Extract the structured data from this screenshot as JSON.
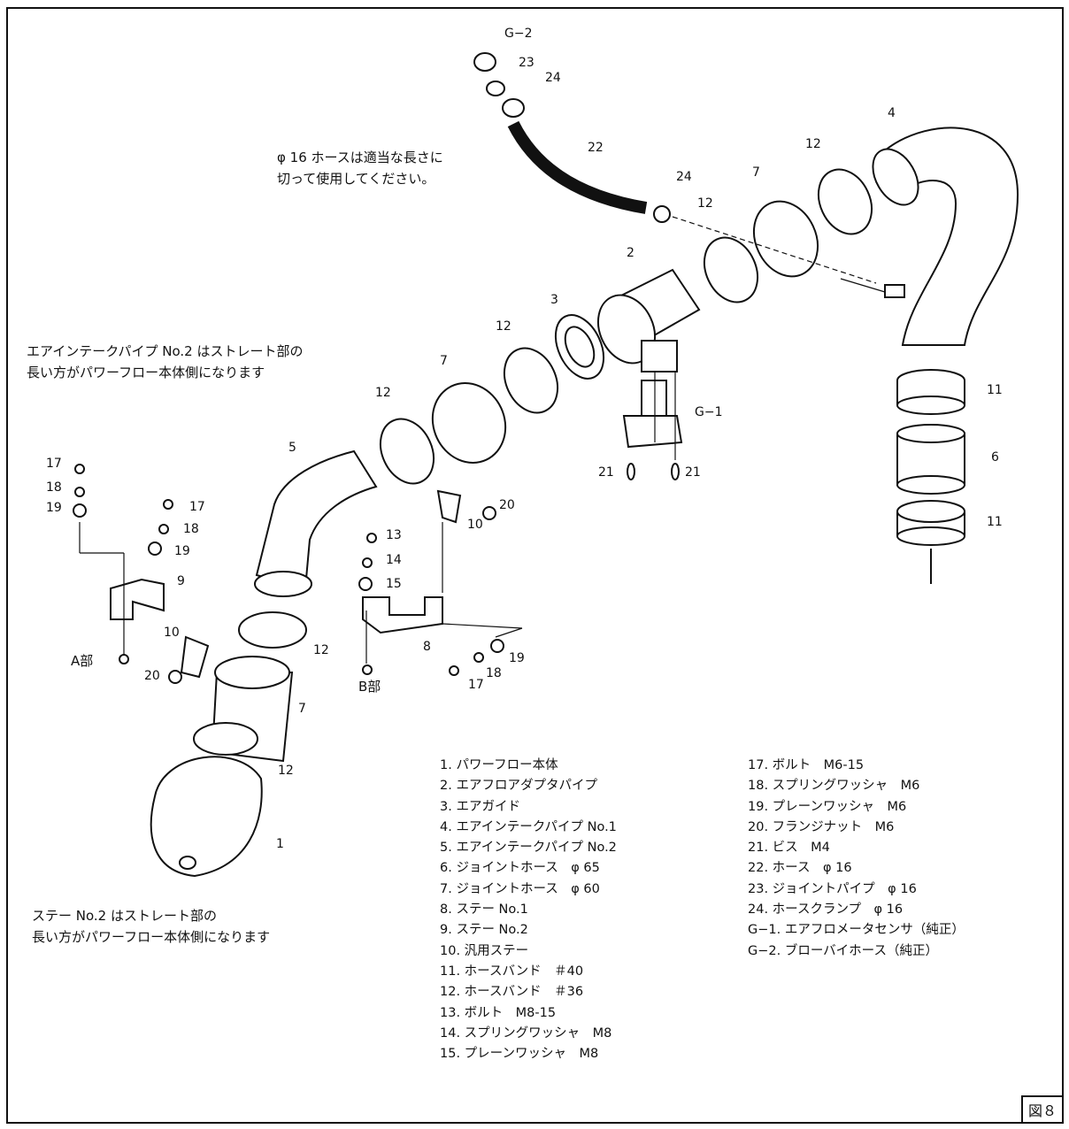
{
  "notes": {
    "hose_note": "φ 16 ホースは適当な長さに\n切って使用してください。",
    "pipe_no2_note": "エアインテークパイプ No.2 はストレート部の\n長い方がパワーフロー本体側になります",
    "stay_no2_note": "ステー No.2 はストレート部の\n長い方がパワーフロー本体側になります",
    "section_a": "A部",
    "section_b": "B部"
  },
  "figure_label": "図８",
  "callouts": {
    "c1": "1",
    "c2": "2",
    "c3": "3",
    "c4": "4",
    "c5": "5",
    "c6": "6",
    "c7a": "7",
    "c7b": "7",
    "c7c": "7",
    "c8": "8",
    "c9": "9",
    "c10a": "10",
    "c10b": "10",
    "c11a": "11",
    "c11b": "11",
    "c12a": "12",
    "c12b": "12",
    "c12c": "12",
    "c12d": "12",
    "c12e": "12",
    "c12f": "12",
    "c13": "13",
    "c14": "14",
    "c15": "15",
    "c17a": "17",
    "c17b": "17",
    "c17c": "17",
    "c18a": "18",
    "c18b": "18",
    "c18c": "18",
    "c19a": "19",
    "c19b": "19",
    "c19c": "19",
    "c20a": "20",
    "c20b": "20",
    "c21a": "21",
    "c21b": "21",
    "c22": "22",
    "c23": "23",
    "c24a": "24",
    "c24b": "24",
    "g1": "G−1",
    "g2": "G−2"
  },
  "parts_col1": [
    "1. パワーフロー本体",
    "2. エアフロアダプタパイプ",
    "3. エアガイド",
    "4. エアインテークパイプ No.1",
    "5. エアインテークパイプ No.2",
    "6. ジョイントホース　φ 65",
    "7. ジョイントホース　φ 60",
    "8. ステー No.1",
    "9. ステー No.2",
    "10. 汎用ステー",
    "11. ホースバンド　＃40",
    "12. ホースバンド　＃36",
    "13. ボルト　M8-15",
    "14. スプリングワッシャ　M8",
    "15. プレーンワッシャ　M8"
  ],
  "parts_col2": [
    "17. ボルト　M6-15",
    "18. スプリングワッシャ　M6",
    "19. プレーンワッシャ　M6",
    "20. フランジナット　M6",
    "21. ビス　M4",
    "22. ホース　φ 16",
    "23. ジョイントパイプ　φ 16",
    "24. ホースクランプ　φ 16",
    "G−1. エアフロメータセンサ（純正）",
    "G−2. ブローバイホース（純正）"
  ]
}
